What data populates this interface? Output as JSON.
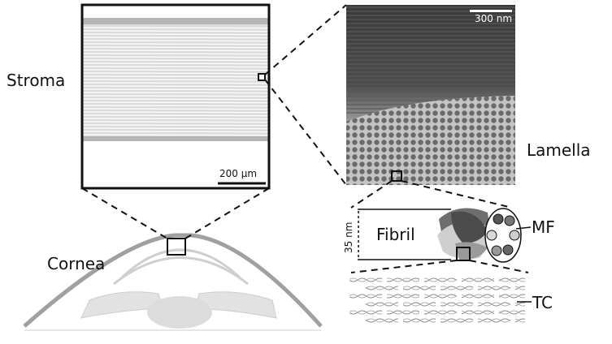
{
  "labels": {
    "stroma": "Stroma",
    "cornea": "Cornea",
    "lamella": "Lamella",
    "fibril": "Fibril",
    "mf": "MF",
    "tc": "TC",
    "fibril_diameter": "35 nm"
  },
  "scale_bars": {
    "stroma": "200 µm",
    "micrograph": "300 nm"
  },
  "colors": {
    "outline": "#111111",
    "stroma_layer": "#b5b5b5",
    "lamellae_line": "#ffffff",
    "eye_outline": "#9a9a9a",
    "micrograph_dark": "#3c3c3c",
    "micrograph_light": "#c8c8c8",
    "fibril_dark": "#555555",
    "fibril_light": "#cfcfcf"
  }
}
